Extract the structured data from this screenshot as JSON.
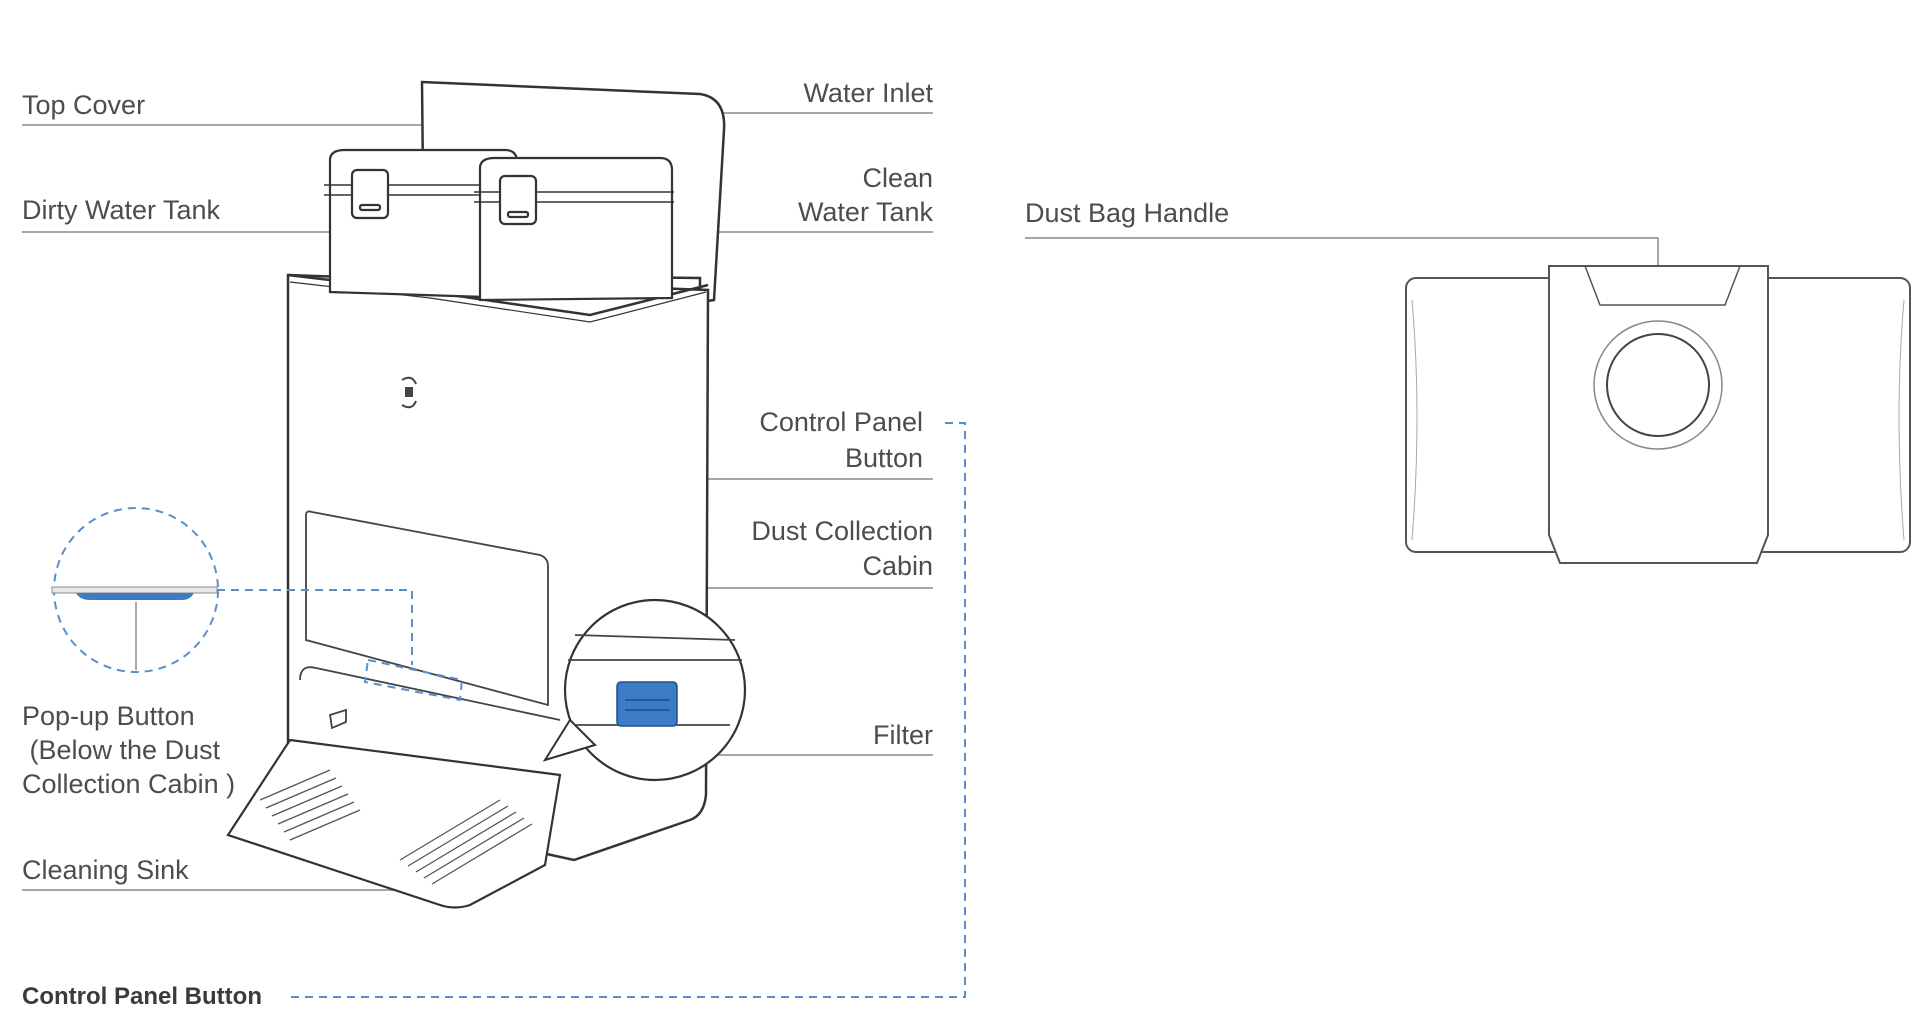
{
  "diagram": {
    "subject": "Robot vacuum base station with dust bag",
    "labels": {
      "top_cover": "Top Cover",
      "dirty_water_tank": "Dirty Water Tank",
      "water_inlet": "Water Inlet",
      "clean_water_tank_line1": "Clean",
      "clean_water_tank_line2": "Water Tank",
      "dust_bag_handle": "Dust Bag Handle",
      "control_panel_button_line1": "Control Panel",
      "control_panel_button_line2": "Button",
      "dust_collection_cabin_line1": "Dust Collection",
      "dust_collection_cabin_line2": "Cabin",
      "filter": "Filter",
      "popup_button_line1": "Pop-up Button",
      "popup_button_line2": " (Below the Dust",
      "popup_button_line3": "Collection Cabin )",
      "cleaning_sink": "Cleaning Sink",
      "control_panel_button_footer": "Control Panel Button"
    },
    "colors": {
      "line": "#555555",
      "leader": "#8a8a8a",
      "accent_blue": "#3b7cc4",
      "dashed_blue": "#5b8fc7"
    }
  }
}
